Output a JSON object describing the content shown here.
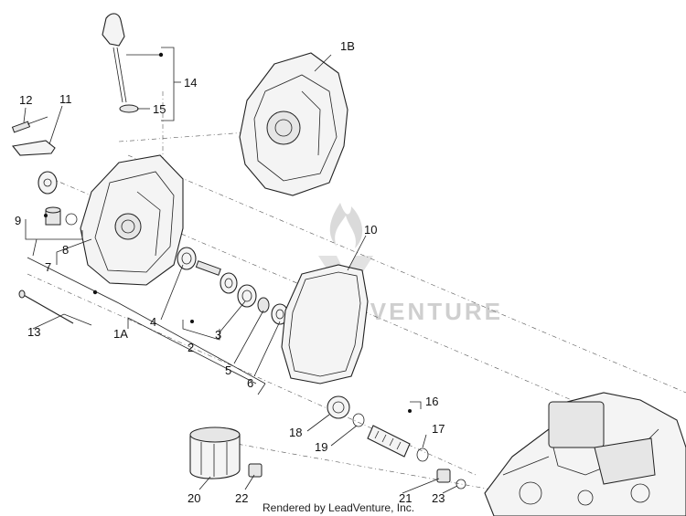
{
  "callouts": {
    "c12": "12",
    "c11": "11",
    "c14": "14",
    "c15": "15",
    "c1b": "1B",
    "c9": "9",
    "c8": "8",
    "c7": "7",
    "c10": "10",
    "c13": "13",
    "c1a": "1A",
    "c4": "4",
    "c3": "3",
    "c2": "2",
    "c5": "5",
    "c6": "6",
    "c16": "16",
    "c17": "17",
    "c18": "18",
    "c19": "19",
    "c20": "20",
    "c22": "22",
    "c21": "21",
    "c23": "23"
  },
  "footer": {
    "rendered_by": "Rendered by LeadVenture, Inc."
  },
  "watermark": {
    "brand": "LEADVENTURE"
  },
  "colors": {
    "line": "#222222",
    "watermark": "#cfcfcf",
    "background": "#ffffff"
  }
}
